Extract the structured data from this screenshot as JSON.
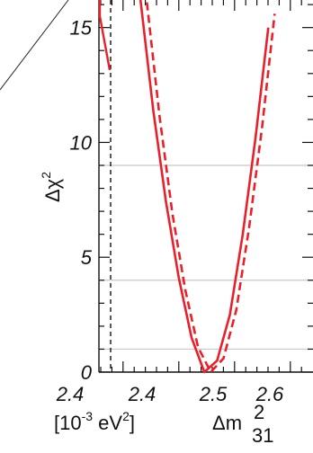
{
  "chart_data": {
    "type": "line",
    "ylabel": "Δχ",
    "ylabel_sup": "2",
    "xlabel_unit_prefix": "[10",
    "xlabel_unit_exp": "-3",
    "xlabel_unit_mid": " eV",
    "xlabel_unit_exp2": "2",
    "xlabel_unit_suffix": "]",
    "xlabel_quantity": "Δm",
    "xlabel_quantity_sup": "2",
    "xlabel_quantity_sub": "31",
    "x_ticks": [
      "2.4",
      "2.4",
      "2.5",
      "2.6"
    ],
    "y_ticks": [
      "0",
      "5",
      "10",
      "15"
    ],
    "ylim": [
      0,
      16
    ],
    "xlim": [
      2.33,
      2.67
    ],
    "grid_lines_y": [
      1,
      4,
      9
    ],
    "series": [
      {
        "style": "solid",
        "color": "#e8202a",
        "x": [
          2.41,
          2.43,
          2.45,
          2.47,
          2.49,
          2.51,
          2.53,
          2.55,
          2.57,
          2.59,
          2.61
        ],
        "y": [
          16.2,
          11.4,
          7.4,
          4.1,
          1.5,
          0.0,
          0.5,
          2.5,
          6.0,
          10.2,
          15.0
        ]
      },
      {
        "style": "dashed",
        "color": "#e8202a",
        "x": [
          2.42,
          2.44,
          2.46,
          2.48,
          2.5,
          2.52,
          2.54,
          2.56,
          2.58,
          2.6,
          2.62
        ],
        "y": [
          16.1,
          11.1,
          6.9,
          3.6,
          1.1,
          0.0,
          0.6,
          2.7,
          6.3,
          10.6,
          15.6
        ]
      }
    ],
    "left_edge_series": {
      "color": "#e8202a",
      "x": [
        2.33,
        2.335
      ],
      "y": [
        16.0,
        13.0
      ]
    },
    "reference_dashed_x": 2.345
  }
}
